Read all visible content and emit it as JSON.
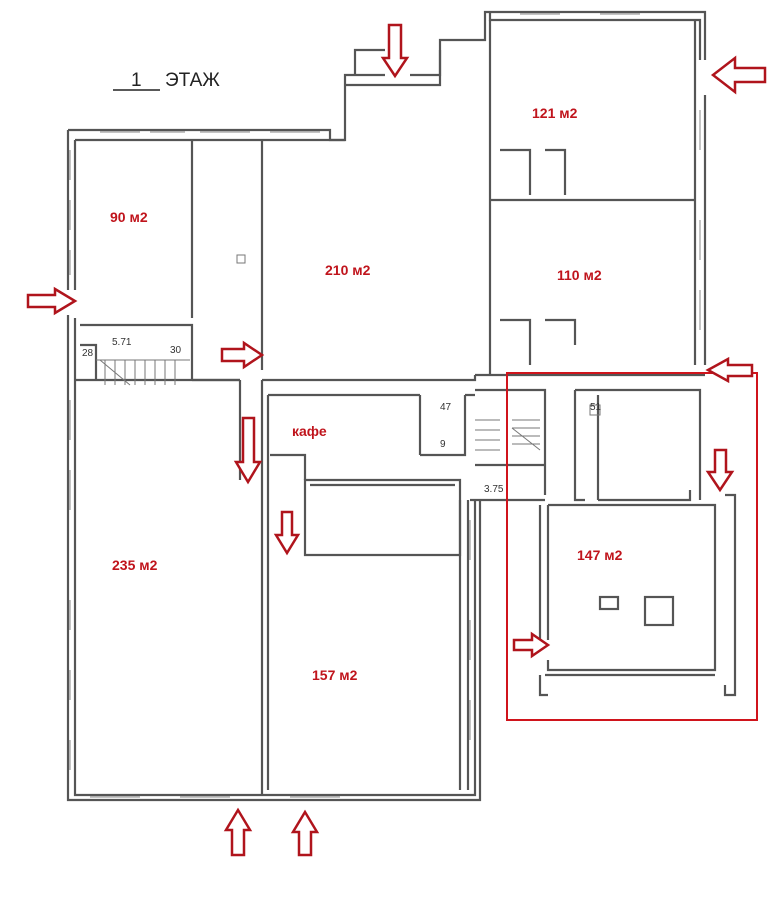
{
  "title": {
    "floor_number": "1",
    "floor_label": "ЭТАЖ"
  },
  "rooms": [
    {
      "id": "room-121",
      "label": "121 м2"
    },
    {
      "id": "room-90",
      "label": "90 м2"
    },
    {
      "id": "room-210",
      "label": "210 м2"
    },
    {
      "id": "room-110",
      "label": "110 м2"
    },
    {
      "id": "room-cafe",
      "label": "кафе"
    },
    {
      "id": "room-235",
      "label": "235 м2"
    },
    {
      "id": "room-157",
      "label": "157 м2"
    },
    {
      "id": "room-147",
      "label": "147 м2"
    }
  ],
  "small_labels": [
    "5.71",
    "28",
    "30",
    "47",
    "9",
    "3.75",
    "51"
  ],
  "colors": {
    "accent": "#c0141c",
    "walls": "#555555"
  }
}
